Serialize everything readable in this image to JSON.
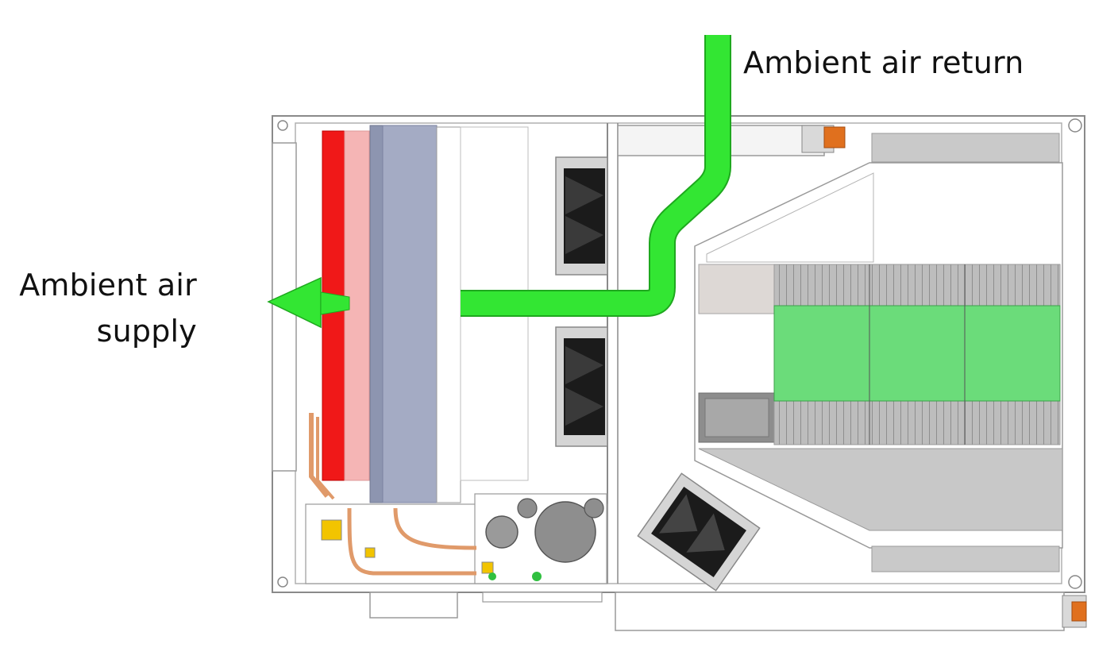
{
  "labels": {
    "ambient_air_return": "Ambient air return",
    "ambient_air_supply_line1": "Ambient air",
    "ambient_air_supply_line2": "supply"
  },
  "colors": {
    "airflow_arrow": "#33e633",
    "heating_coil": "#f01818",
    "coil_pink": "#f5b5b5",
    "filter_blue": "#a4abc4",
    "heat_exchanger_green": "#6bdc7a",
    "grey_panel": "#c4c4c4",
    "copper_pipe": "#e09a6a",
    "frame_line": "#8a8a8a"
  }
}
